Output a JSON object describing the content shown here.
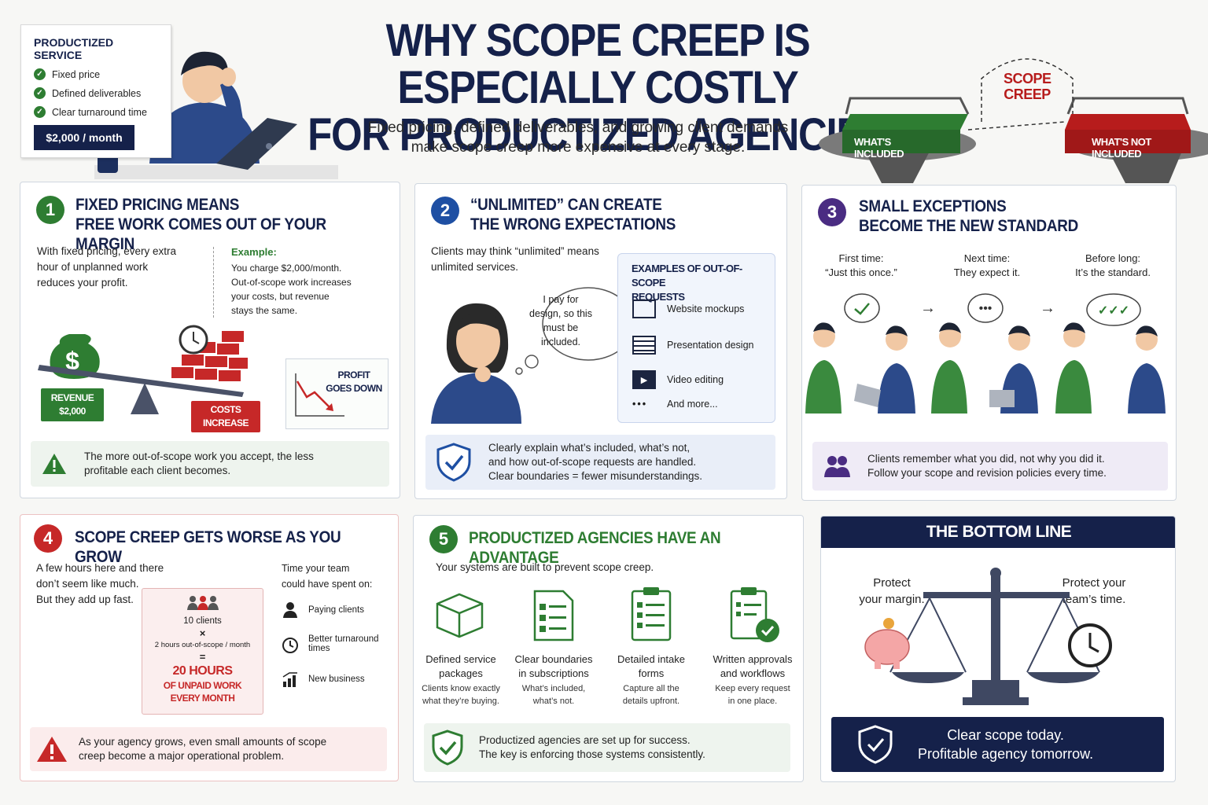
{
  "header": {
    "title_line1": "WHY SCOPE CREEP IS ESPECIALLY COSTLY",
    "title_line2": "FOR PRODUCTIZED AGENCIES",
    "subtitle_line1": "Fixed pricing, defined deliverables, and growing client demands",
    "subtitle_line2": "make scope creep more expensive at every stage."
  },
  "service_card": {
    "title": "PRODUCTIZED SERVICE",
    "items": [
      "Fixed price",
      "Defined deliverables",
      "Clear turnaround time"
    ],
    "price": "$2,000 / month"
  },
  "bridge": {
    "included": "WHAT'S INCLUDED",
    "not_included": "WHAT'S NOT INCLUDED",
    "creep_line1": "SCOPE",
    "creep_line2": "CREEP"
  },
  "card1": {
    "number": "1",
    "title_line1": "FIXED PRICING MEANS",
    "title_line2": "FREE WORK COMES OUT OF YOUR MARGIN",
    "body_line1": "With fixed pricing, every extra",
    "body_line2": "hour of unplanned work",
    "body_line3": "reduces your profit.",
    "example_label": "Example:",
    "example_line1": "You charge $2,000/month.",
    "example_line2": "Out-of-scope work increases",
    "example_line3": "your costs, but revenue",
    "example_line4": "stays the same.",
    "revenue_label": "REVENUE",
    "revenue_value": "$2,000",
    "costs_line1": "COSTS",
    "costs_line2": "INCREASE",
    "profit_line1": "PROFIT",
    "profit_line2": "GOES DOWN",
    "note_line1": "The more out-of-scope work you accept, the less",
    "note_line2": "profitable each client becomes."
  },
  "card2": {
    "number": "2",
    "title_line1": "“UNLIMITED” CAN CREATE",
    "title_line2": "THE WRONG EXPECTATIONS",
    "body_line1": "Clients may think “unlimited” means",
    "body_line2": "unlimited services.",
    "thought_line1": "I pay for",
    "thought_line2": "design, so this",
    "thought_line3": "must be",
    "thought_line4": "included.",
    "examples_title_line1": "EXAMPLES OF OUT-OF-SCOPE",
    "examples_title_line2": "REQUESTS",
    "examples": [
      "Website mockups",
      "Presentation design",
      "Video editing",
      "And more..."
    ],
    "note_line1": "Clearly explain what’s included, what’s not,",
    "note_line2": "and how out-of-scope requests are handled.",
    "note_line3": "Clear boundaries = fewer misunderstandings."
  },
  "card3": {
    "number": "3",
    "title_line1": "SMALL EXCEPTIONS",
    "title_line2": "BECOME THE NEW STANDARD",
    "stages": [
      {
        "label": "First time:",
        "quote": "“Just this once.”"
      },
      {
        "label": "Next time:",
        "quote": "They expect it."
      },
      {
        "label": "Before long:",
        "quote": "It’s the standard."
      }
    ],
    "note_line1": "Clients remember what you did, not why you did it.",
    "note_line2": "Follow your scope and revision policies every time."
  },
  "card4": {
    "number": "4",
    "title": "SCOPE CREEP GETS WORSE AS YOU GROW",
    "body_line1": "A few hours here and there",
    "body_line2": "don’t seem like much.",
    "body_line3": "But they add up fast.",
    "calc_clients": "10 clients",
    "calc_times": "×",
    "calc_hours": "2 hours out-of-scope / month",
    "calc_equals": "=",
    "calc_result": "20 HOURS",
    "calc_result_sub1": "OF UNPAID WORK",
    "calc_result_sub2": "EVERY MONTH",
    "time_title_line1": "Time your team",
    "time_title_line2": "could have spent on:",
    "time_items": [
      "Paying clients",
      "Better turnaround",
      "times",
      "New business"
    ],
    "note_line1": "As your agency grows, even small amounts of scope",
    "note_line2": "creep become a major operational problem."
  },
  "card5": {
    "number": "5",
    "title": "PRODUCTIZED AGENCIES HAVE AN ADVANTAGE",
    "intro": "Your systems are built to prevent scope creep.",
    "columns": [
      {
        "t1": "Defined service",
        "t2": "packages",
        "s1": "Clients know exactly",
        "s2": "what they’re buying."
      },
      {
        "t1": "Clear boundaries",
        "t2": "in subscriptions",
        "s1": "What’s included,",
        "s2": "what’s not."
      },
      {
        "t1": "Detailed intake",
        "t2": "forms",
        "s1": "Capture all the",
        "s2": "details upfront."
      },
      {
        "t1": "Written approvals",
        "t2": "and workflows",
        "s1": "Keep every request",
        "s2": "in one place."
      }
    ],
    "note_line1": "Productized agencies are set up for success.",
    "note_line2": "The key is enforcing those systems consistently."
  },
  "bottom_line": {
    "title": "THE BOTTOM LINE",
    "left_line1": "Protect",
    "left_line2": "your margin.",
    "right_line1": "Protect your",
    "right_line2": "team’s time.",
    "banner_line1": "Clear scope today.",
    "banner_line2": "Profitable agency tomorrow."
  },
  "colors": {
    "navy": "#15214a",
    "green": "#2e7d32",
    "blue": "#1e4fa3",
    "purple": "#4a2c82",
    "red": "#c62828"
  }
}
